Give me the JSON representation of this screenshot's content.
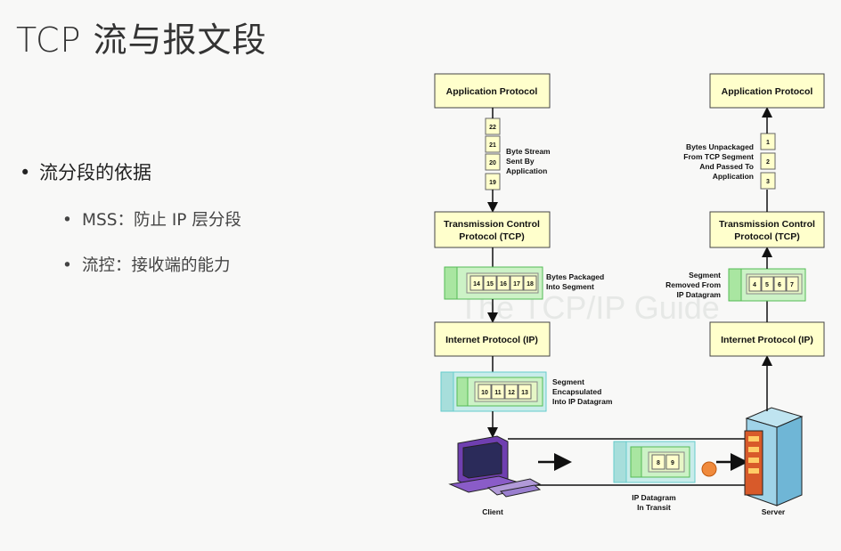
{
  "slide": {
    "title": "TCP 流与报文段",
    "bullet_main": "流分段的依据",
    "sub_bullets": [
      "MSS：防止 IP 层分段",
      "流控：接收端的能力"
    ]
  },
  "diagram": {
    "watermark": "The TCP/IP Guide",
    "client": {
      "app_protocol": "Application Protocol",
      "tcp_line1": "Transmission Control",
      "tcp_line2": "Protocol (TCP)",
      "ip": "Internet Protocol (IP)",
      "stream_bytes": [
        "22",
        "21",
        "20",
        "19"
      ],
      "stream_label": [
        "Byte Stream",
        "Sent By",
        "Application"
      ],
      "segment_bytes": [
        "14",
        "15",
        "16",
        "17",
        "18"
      ],
      "segment_label": [
        "Bytes Packaged",
        "Into Segment"
      ],
      "datagram_bytes": [
        "10",
        "11",
        "12",
        "13"
      ],
      "datagram_label": [
        "Segment",
        "Encapsulated",
        "Into IP Datagram"
      ],
      "caption": "Client"
    },
    "server": {
      "app_protocol": "Application Protocol",
      "tcp_line1": "Transmission Control",
      "tcp_line2": "Protocol (TCP)",
      "ip": "Internet Protocol (IP)",
      "stream_bytes": [
        "1",
        "2",
        "3"
      ],
      "stream_label": [
        "Bytes Unpackaged",
        "From TCP Segment",
        "And Passed To",
        "Application"
      ],
      "segment_bytes": [
        "4",
        "5",
        "6",
        "7"
      ],
      "segment_label": [
        "Segment",
        "Removed From",
        "IP Datagram"
      ],
      "caption": "Server"
    },
    "transit": {
      "bytes": [
        "8",
        "9"
      ],
      "label": [
        "IP Datagram",
        "In Transit"
      ]
    },
    "colors": {
      "proto_box": "#ffffcc",
      "byte_box": "#ffffcc",
      "segment_fill": "#ccf2c6",
      "segment_border": "#55bb55",
      "datagram_fill": "#c8ecea",
      "datagram_border": "#66cccc",
      "arrow": "#111111"
    }
  }
}
